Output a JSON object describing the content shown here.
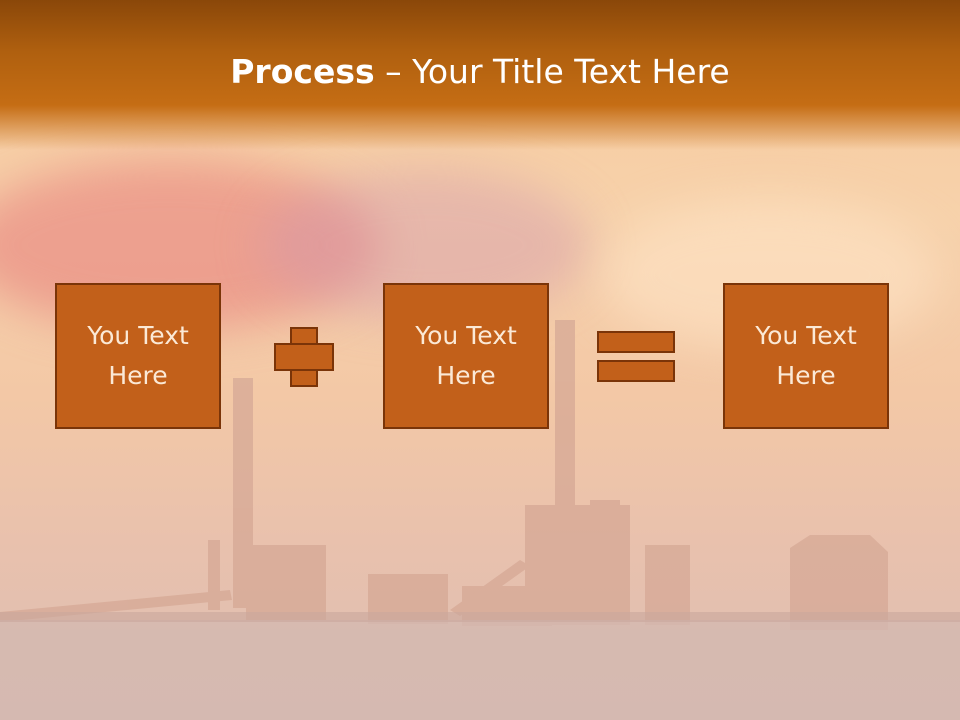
{
  "title": {
    "bold": "Process",
    "rest": " – Your Title Text Here"
  },
  "boxes": [
    {
      "line1": "You Text",
      "line2": "Here"
    },
    {
      "line1": "You Text",
      "line2": "Here"
    },
    {
      "line1": "You Text",
      "line2": "Here"
    }
  ],
  "operators": [
    "plus-icon",
    "equals-icon"
  ],
  "colors": {
    "header": "#b0600f",
    "box_fill": "#c2601a",
    "box_border": "#7a3408",
    "text": "#ffffff"
  }
}
